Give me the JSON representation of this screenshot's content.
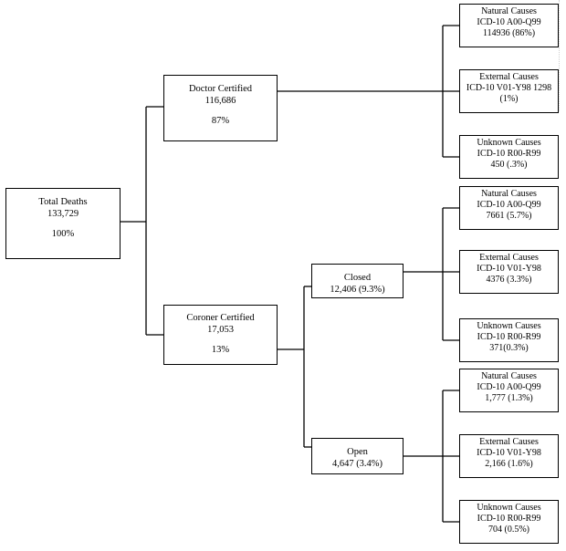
{
  "total": {
    "title": "Total Deaths",
    "count": "133,729",
    "pct": "100%"
  },
  "doctor": {
    "title": "Doctor Certified",
    "count": "116,686",
    "pct": "87%"
  },
  "coroner": {
    "title": "Coroner Certified",
    "count": "17,053",
    "pct": "13%"
  },
  "closed": {
    "title": "Closed",
    "value": "12,406 (9.3%)"
  },
  "open": {
    "title": "Open",
    "value": "4,647 (3.4%)"
  },
  "doctor_natural": {
    "l1": "Natural Causes",
    "l2": "ICD-10 A00-Q99",
    "l3": "114936 (86%)"
  },
  "doctor_external": {
    "l1": "External Causes",
    "l2": "ICD-10 V01-Y98 1298",
    "l3": "(1%)"
  },
  "doctor_unknown": {
    "l1": "Unknown Causes",
    "l2": "ICD-10 R00-R99",
    "l3": "450 (.3%)"
  },
  "closed_natural": {
    "l1": "Natural Causes",
    "l2": "ICD-10 A00-Q99",
    "l3": "7661 (5.7%)"
  },
  "closed_external": {
    "l1": "External Causes",
    "l2": "ICD-10 V01-Y98",
    "l3": "4376 (3.3%)"
  },
  "closed_unknown": {
    "l1": "Unknown Causes",
    "l2": "ICD-10 R00-R99",
    "l3": "371(0.3%)"
  },
  "open_natural": {
    "l1": "Natural Causes",
    "l2": "ICD-10 A00-Q99",
    "l3": "1,777 (1.3%)"
  },
  "open_external": {
    "l1": "External Causes",
    "l2": "ICD-10  V01-Y98",
    "l3": "2,166 (1.6%)"
  },
  "open_unknown": {
    "l1": "Unknown Causes",
    "l2": "ICD-10 R00-R99",
    "l3": "704 (0.5%)"
  }
}
